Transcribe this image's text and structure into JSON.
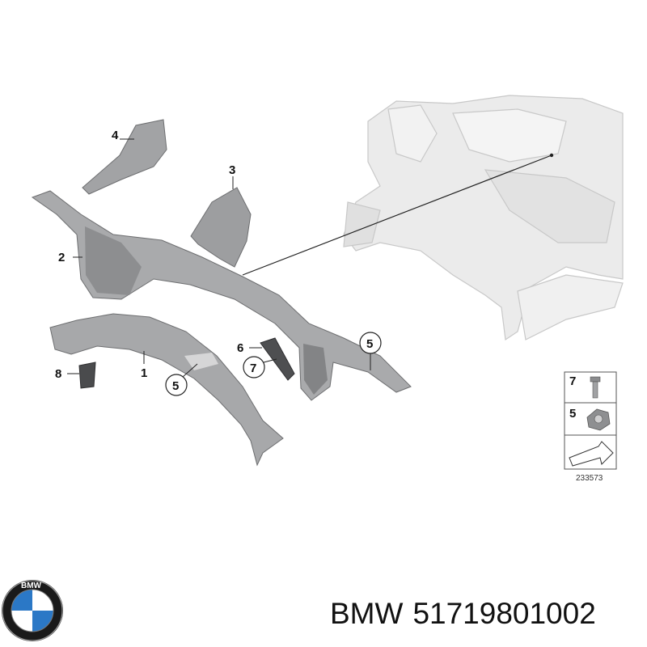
{
  "callouts": {
    "c1": "1",
    "c2": "2",
    "c3": "3",
    "c4": "4",
    "c5a": "5",
    "c5b": "5",
    "c6": "6",
    "c7": "7",
    "c8": "8"
  },
  "legend": {
    "item_top": "7",
    "item_mid": "5",
    "ref_number": "233573"
  },
  "caption": {
    "brand": "BMW",
    "part_number": "51719801002"
  },
  "colors": {
    "part_fill": "#a9aaac",
    "part_dark": "#7d7e80",
    "frame_ghost": "#e6e6e6",
    "frame_edge": "#c9c9c9"
  },
  "logo": {
    "text": "BMW"
  }
}
